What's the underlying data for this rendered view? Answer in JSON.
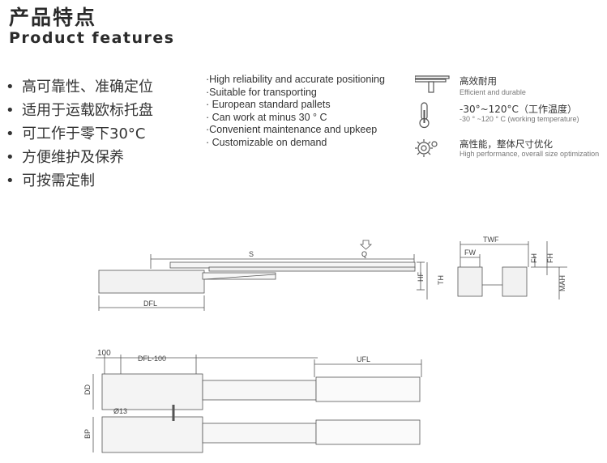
{
  "header": {
    "title_cn": "产品特点",
    "title_en": "Product features"
  },
  "features_cn": [
    "高可靠性、准确定位",
    "适用于运载欧标托盘",
    "可工作于零下30°C",
    "方便维护及保养",
    "可按需定制"
  ],
  "bullet": "•",
  "features_en": [
    "·High reliability and accurate positioning",
    "·Suitable for transporting",
    "· European standard pallets",
    "· Can work at minus 30 ° C",
    "·Convenient maintenance and upkeep",
    "· Customizable on demand"
  ],
  "icon_features": [
    {
      "icon": "t-profile-icon",
      "cn": "高效耐用",
      "en": "Efficient and durable"
    },
    {
      "icon": "thermometer-icon",
      "cn": "-30°~120°C（工作温度）",
      "en": "-30 ° ~120 ° C (working temperature)"
    },
    {
      "icon": "gear-icon",
      "cn": "高性能，整体尺寸优化",
      "en": "High performance, overall size optimization"
    }
  ],
  "drawing": {
    "S": "S",
    "Q": "Q",
    "HF": "HF",
    "TH": "TH",
    "DFL": "DFL",
    "TWF": "TWF",
    "FW": "FW",
    "FH": "FH",
    "MAH": "MAH",
    "d100": "100",
    "DFL100": "DFL-100",
    "UFL": "UFL",
    "DD": "DD",
    "BP": "BP",
    "phi13": "Ø13"
  }
}
